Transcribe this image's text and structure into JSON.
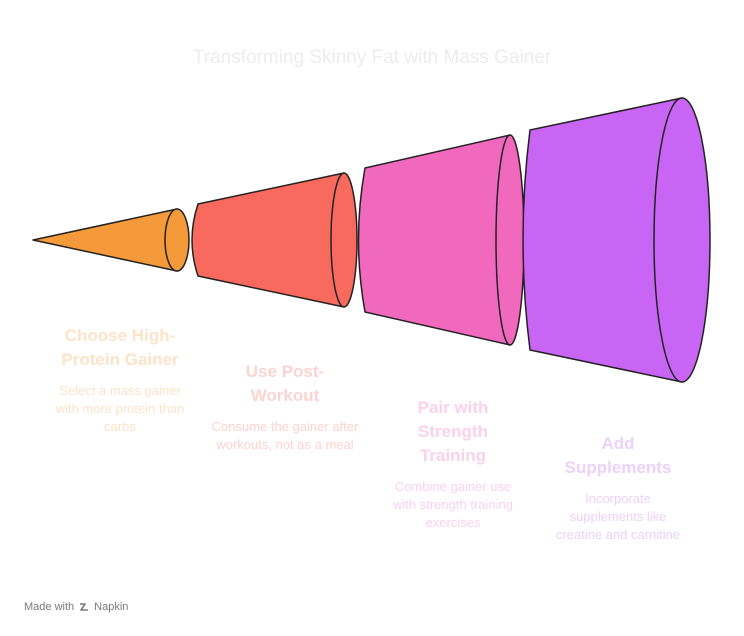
{
  "title": "Transforming Skinny Fat with Mass Gainer",
  "steps": [
    {
      "heading": "Choose High-Protein Gainer",
      "description": "Select a mass gainer with more protein than carbs",
      "color": "#f59a3b"
    },
    {
      "heading": "Use Post-Workout",
      "description": "Consume the gainer after workouts, not as a meal",
      "color": "#f86a5e"
    },
    {
      "heading": "Pair with Strength Training",
      "description": "Combine gainer use with strength training exercises",
      "color": "#f069bd"
    },
    {
      "heading": "Add Supplements",
      "description": "Incorporate supplements like creatine and carnitine",
      "color": "#c865f5"
    }
  ],
  "footer": {
    "made_with": "Made with",
    "brand": "Napkin"
  }
}
